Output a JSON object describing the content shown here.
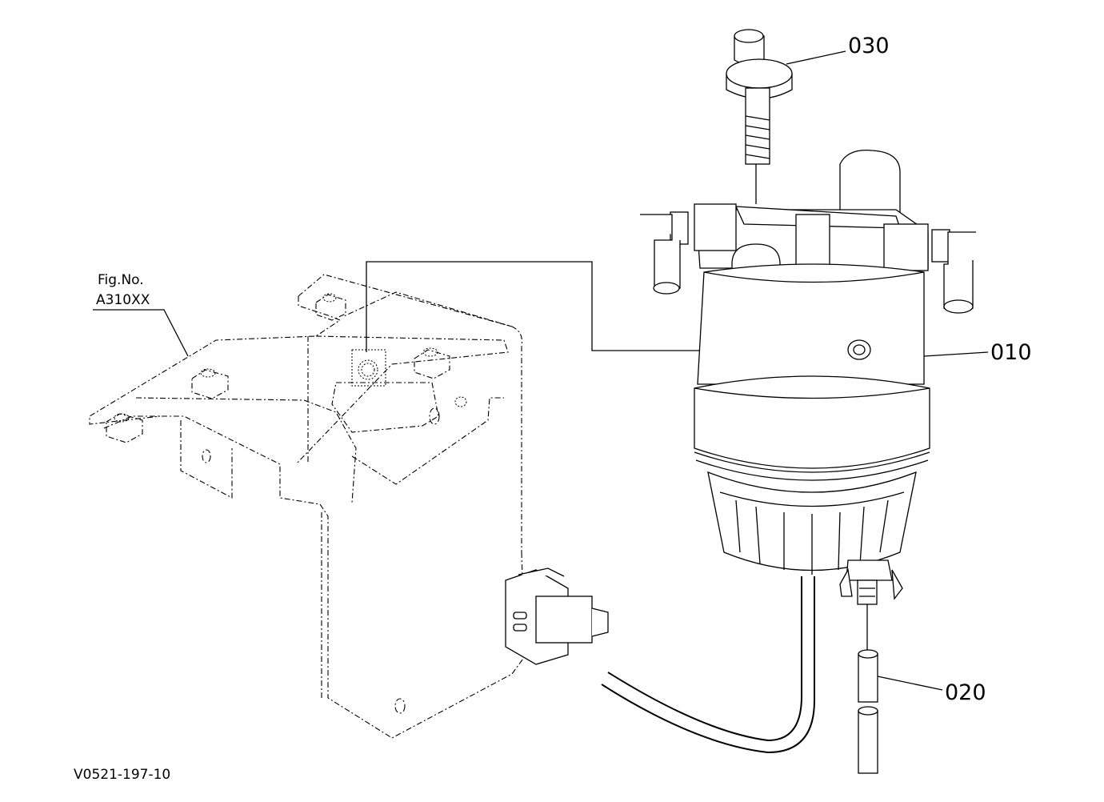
{
  "figure": {
    "fig_label": "Fig.No.",
    "fig_number": "A310XX",
    "drawing_code": "V0521-197-10"
  },
  "callouts": [
    {
      "id": "030"
    },
    {
      "id": "010"
    },
    {
      "id": "020"
    }
  ]
}
